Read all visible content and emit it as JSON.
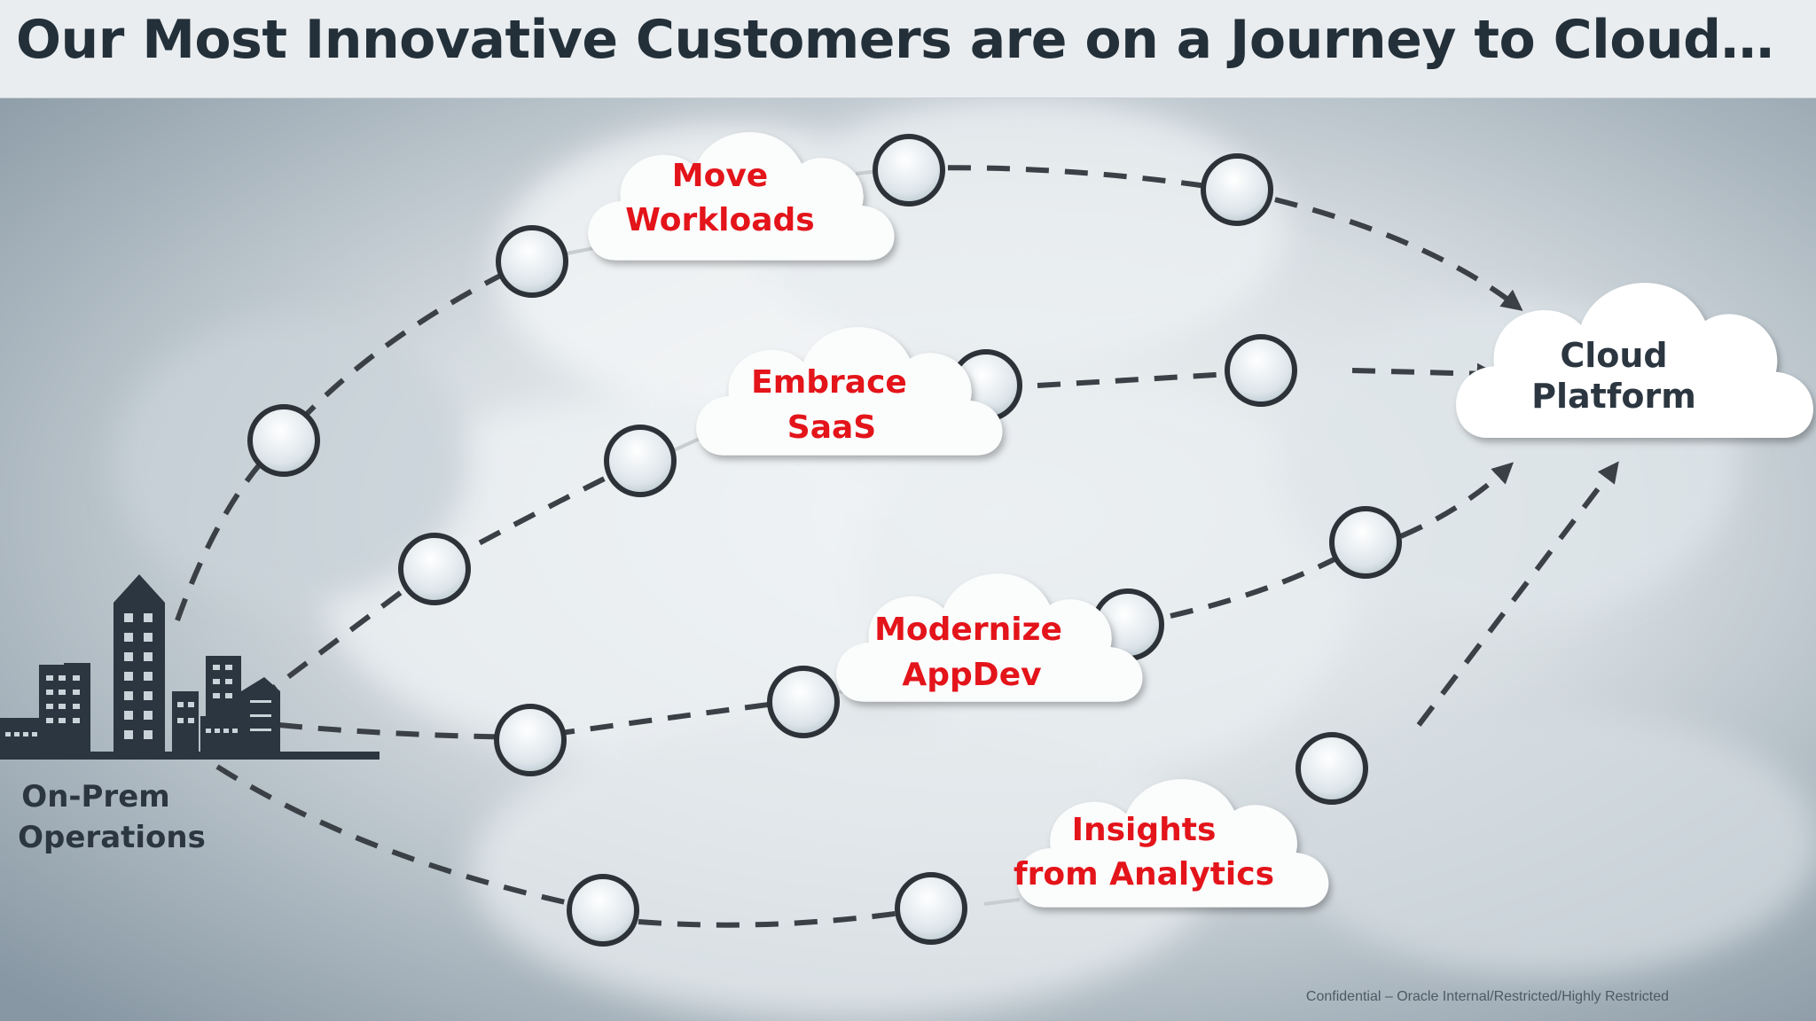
{
  "title": "Our Most Innovative Customers are on a Journey to Cloud…",
  "source": {
    "line1": "On-Prem",
    "line2": "Operations"
  },
  "destination": {
    "line1": "Cloud",
    "line2": "Platform"
  },
  "paths": [
    {
      "line1": "Move",
      "line2": "Workloads"
    },
    {
      "line1": "Embrace",
      "line2": "SaaS"
    },
    {
      "line1": "Modernize",
      "line2": "AppDev"
    },
    {
      "line1": "Insights",
      "line2": "from Analytics"
    }
  ],
  "footer": "Confidential – Oracle Internal/Restricted/Highly Restricted",
  "colors": {
    "path_label": "#e3141a",
    "dark_label": "#2b3640",
    "title_bar": "#e9edf0",
    "dash": "#3a4046"
  },
  "icons": [
    "city-skyline-icon",
    "cloud-icon"
  ]
}
